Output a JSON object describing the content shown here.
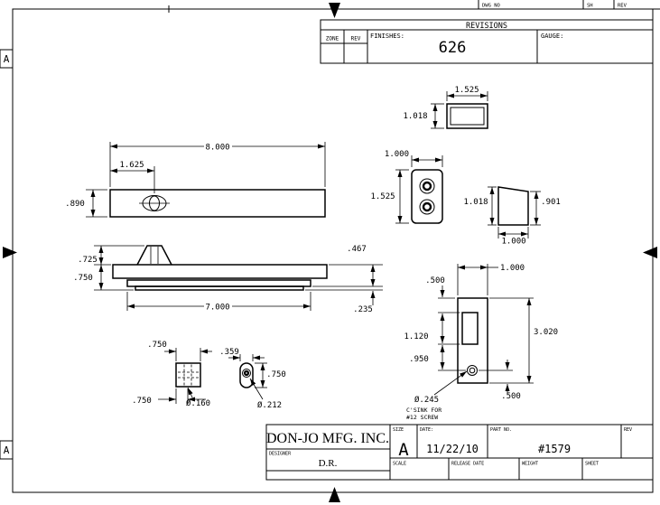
{
  "sheet": {
    "zone_a": "A",
    "dwg_no_label": "DWG NO",
    "sh_label": "SH",
    "rev_label": "REV"
  },
  "revisions": {
    "title": "REVISIONS",
    "zone_label": "ZONE",
    "rev_label": "REV",
    "finishes_label": "FINISHES:",
    "finishes_value": "626",
    "gauge_label": "GAUGE:"
  },
  "dims": {
    "plate_length": "8.000",
    "slot_offset": "1.625",
    "plate_width": ".890",
    "bump_height": ".725",
    "base_height": ".750",
    "right_height": ".467",
    "lip_thickness": ".235",
    "base_length": "7.000",
    "block_width": ".750",
    "block_offset": ".750",
    "block_hole": "Ø.160",
    "pin_width": ".359",
    "pin_height": ".750",
    "pin_hole": "Ø.212",
    "box_width": "1.525",
    "box_depth": "1.018",
    "front_width": "1.000",
    "front_height": "1.525",
    "side_left": "1.018",
    "side_right": ".901",
    "side_width": "1.000",
    "strike_width": "1.000",
    "strike_top_offset": ".500",
    "strike_hole_height": "1.120",
    "strike_hole_to_screw": ".950",
    "strike_height": "3.020",
    "strike_bottom_offset": ".500",
    "strike_csink": "Ø.245",
    "strike_note1": "C'SINK FOR",
    "strike_note2": "#12 SCREW"
  },
  "title_block": {
    "company": "DON-JO MFG. INC.",
    "designer_label": "DESIGNER",
    "designer": "D.R.",
    "size_label": "SIZE",
    "size_value": "A",
    "date_label": "DATE:",
    "date_value": "11/22/10",
    "part_label": "PART NO.",
    "part_value": "#1579",
    "rev_label": "REV",
    "scale_label": "SCALE",
    "release_label": "RELEASE DATE",
    "weight_label": "WEIGHT",
    "sheet_label": "SHEET"
  }
}
